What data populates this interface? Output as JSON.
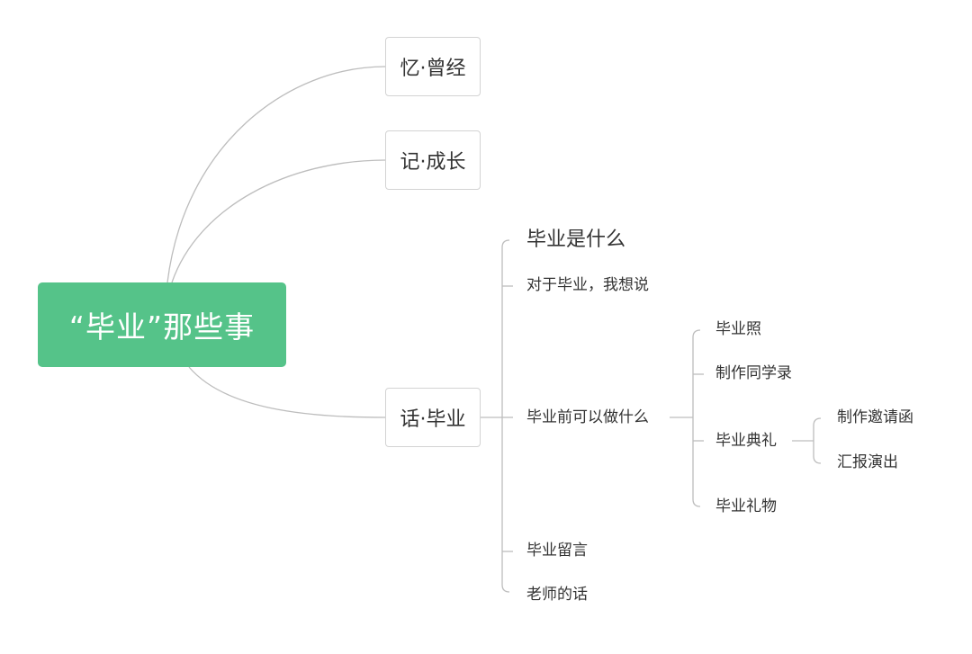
{
  "root": {
    "label": "“毕业”那些事"
  },
  "branches": {
    "memory": {
      "label": "忆·曾经"
    },
    "growth": {
      "label": "记·成长"
    },
    "graduation": {
      "label": "话·毕业",
      "children": {
        "what_is": "毕业是什么",
        "want_to_say": "对于毕业，我想说",
        "before_grad": {
          "label": "毕业前可以做什么",
          "children": {
            "photo": "毕业照",
            "yearbook": "制作同学录",
            "ceremony": {
              "label": "毕业典礼",
              "children": {
                "invitation": "制作邀请函",
                "performance": "汇报演出"
              }
            },
            "gift": "毕业礼物"
          }
        },
        "messages": "毕业留言",
        "teacher_words": "老师的话"
      }
    }
  },
  "colors": {
    "root_fill": "#55c389",
    "connector": "#bdbdbd",
    "node_border": "#d3d3d3"
  }
}
